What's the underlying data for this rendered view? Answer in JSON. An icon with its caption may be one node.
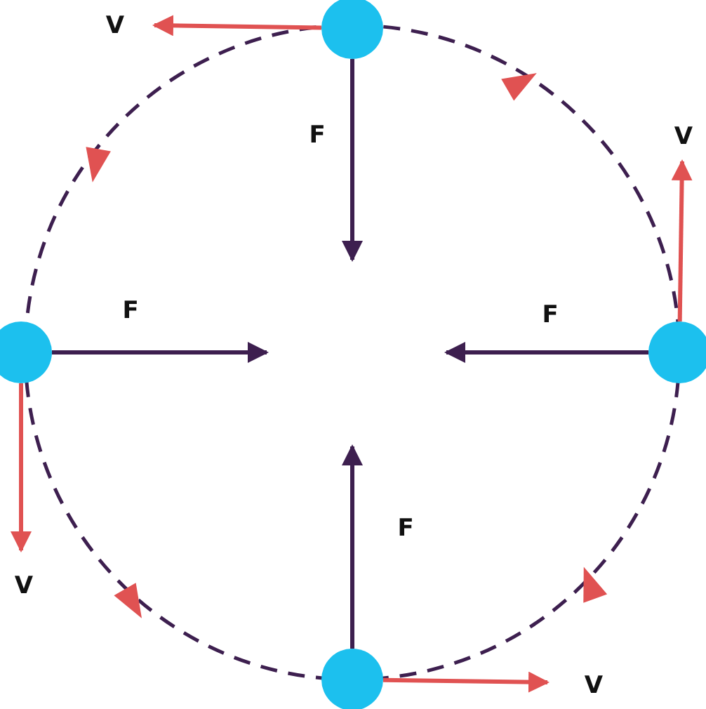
{
  "diagram": {
    "nodes": [
      {
        "text": [],
        "shape": "circle"
      },
      {
        "text": [],
        "shape": "circle"
      },
      {
        "text": [],
        "shape": "circle"
      },
      {
        "text": [],
        "shape": "circle"
      }
    ],
    "edges": [
      {
        "from": 0,
        "to": null,
        "arrow": "to",
        "label": "F"
      },
      {
        "from": 0,
        "to": null,
        "arrow": "to",
        "label": "V",
        "color": "#e05252"
      },
      {
        "from": 1,
        "to": null,
        "arrow": "to",
        "label": "F"
      },
      {
        "from": 1,
        "to": null,
        "arrow": "to",
        "label": "V",
        "color": "#e05252"
      },
      {
        "from": 2,
        "to": null,
        "arrow": "to",
        "label": "F"
      },
      {
        "from": 2,
        "to": null,
        "arrow": "to",
        "label": "V",
        "color": "#e05252"
      },
      {
        "from": 3,
        "to": null,
        "arrow": "to",
        "label": "F"
      },
      {
        "from": 3,
        "to": null,
        "arrow": "to",
        "label": "V",
        "color": "#e05252"
      }
    ]
  }
}
